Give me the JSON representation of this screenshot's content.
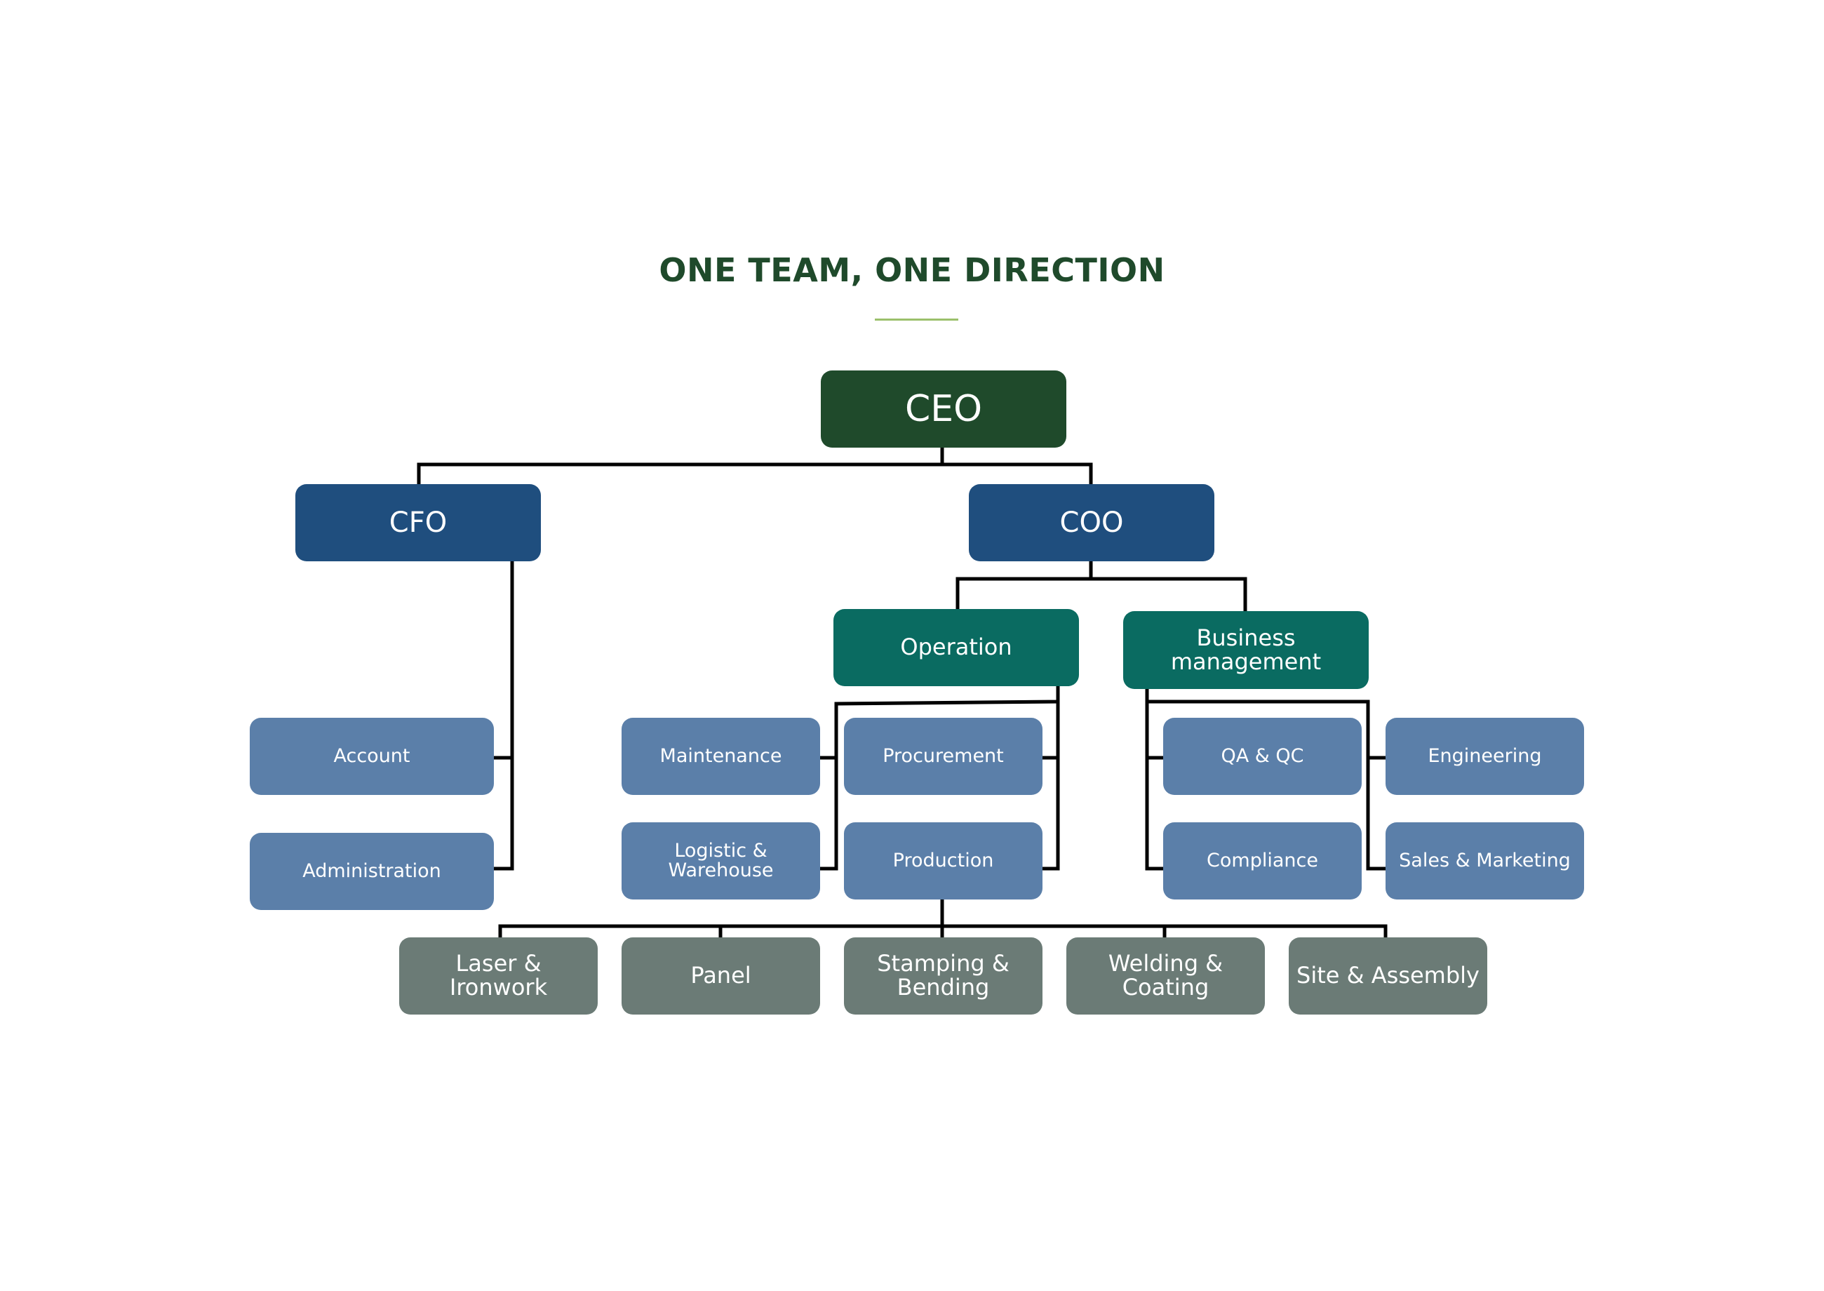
{
  "title": "ONE TEAM, ONE DIRECTION",
  "colors": {
    "title": "#1f4a2b",
    "title_rule": "#9bc06b",
    "ceo": "#1f4a2b",
    "executive": "#1f4e7e",
    "division": "#0a6b61",
    "department": "#5b7fa9",
    "unit": "#6b7b76",
    "connector": "#000000"
  },
  "nodes": {
    "ceo": "CEO",
    "cfo": "CFO",
    "coo": "COO",
    "operation": "Operation",
    "business_management": "Business\nmanagement",
    "account": "Account",
    "administration": "Administration",
    "maintenance": "Maintenance",
    "procurement": "Procurement",
    "logistic_warehouse": "Logistic &\nWarehouse",
    "production": "Production",
    "qa_qc": "QA & QC",
    "engineering": "Engineering",
    "compliance": "Compliance",
    "sales_marketing": "Sales & Marketing",
    "laser_ironwork": "Laser &\nIronwork",
    "panel": "Panel",
    "stamping_bending": "Stamping &\nBending",
    "welding_coating": "Welding &\nCoating",
    "site_assembly": "Site & Assembly"
  },
  "hierarchy": [
    {
      "parent": "CEO",
      "children": [
        "CFO",
        "COO"
      ]
    },
    {
      "parent": "CFO",
      "children": [
        "Account",
        "Administration"
      ]
    },
    {
      "parent": "COO",
      "children": [
        "Operation",
        "Business management"
      ]
    },
    {
      "parent": "Operation",
      "children": [
        "Maintenance",
        "Procurement",
        "Logistic & Warehouse",
        "Production"
      ]
    },
    {
      "parent": "Business management",
      "children": [
        "QA & QC",
        "Engineering",
        "Compliance",
        "Sales & Marketing"
      ]
    },
    {
      "parent": "Production",
      "children": [
        "Laser & Ironwork",
        "Panel",
        "Stamping & Bending",
        "Welding & Coating",
        "Site & Assembly"
      ]
    }
  ]
}
